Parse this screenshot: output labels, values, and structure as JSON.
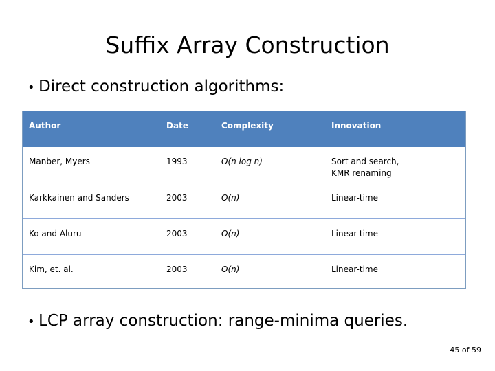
{
  "slide": {
    "title": "Suffix Array Construction",
    "bullet_marker": "•",
    "bullets": {
      "top": "Direct construction algorithms:",
      "bottom": "LCP array construction: range-minima queries."
    },
    "page_number": "45 of 59"
  },
  "table": {
    "header_bg": "#4f81bd",
    "header_text_color": "#ffffff",
    "row_line_color": "#8eaadb",
    "columns": [
      "Author",
      "Date",
      "Complexity",
      "Innovation"
    ],
    "rows": [
      {
        "author": "Manber, Myers",
        "date": "1993",
        "complexity": "O(n log n)",
        "innovation_line1": "Sort and search,",
        "innovation_line2": "KMR renaming"
      },
      {
        "author": "Karkkainen and Sanders",
        "date": "2003",
        "complexity": "O(n)",
        "innovation_line1": "Linear-time",
        "innovation_line2": ""
      },
      {
        "author": "Ko and Aluru",
        "date": "2003",
        "complexity": "O(n)",
        "innovation_line1": "Linear-time",
        "innovation_line2": ""
      },
      {
        "author": "Kim, et. al.",
        "date": "2003",
        "complexity": "O(n)",
        "innovation_line1": "Linear-time",
        "innovation_line2": ""
      }
    ]
  }
}
